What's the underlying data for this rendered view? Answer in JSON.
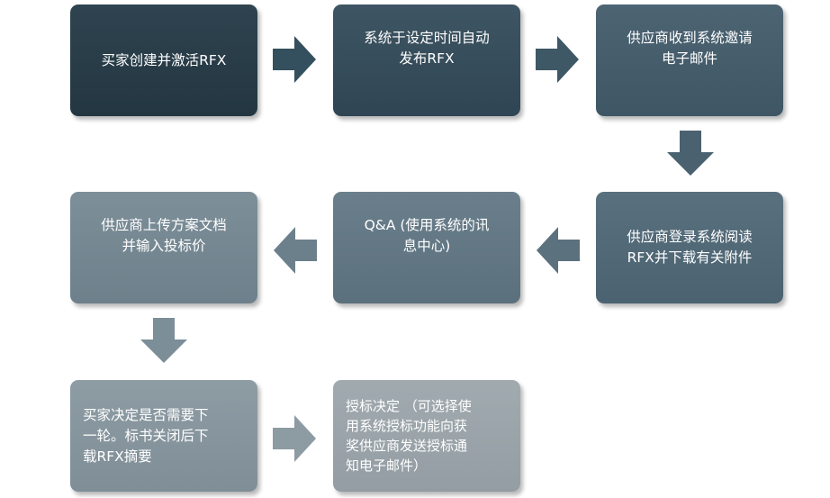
{
  "steps": [
    {
      "id": "buyer-create",
      "text": "买家创建并激活RFX"
    },
    {
      "id": "system-publish",
      "text": "系统于设定时间自动\n发布RFX"
    },
    {
      "id": "supplier-receive",
      "text": "供应商收到系统邀请\n电子邮件"
    },
    {
      "id": "supplier-login",
      "text": "供应商登录系统阅读\nRFX并下载有关附件"
    },
    {
      "id": "qa",
      "text": "Q&A (使用系统的讯\n息中心)"
    },
    {
      "id": "supplier-upload",
      "text": "供应商上传方案文档\n并输入投标价"
    },
    {
      "id": "buyer-decide",
      "text": "买家决定是否需要下\n一轮。标书关闭后下\n载RFX摘要"
    },
    {
      "id": "award",
      "text": "授标决定 （可选择使\n用系统授标功能向获\n奖供应商发送授标通\n知电子邮件）"
    }
  ],
  "colors": {
    "arrow_dark": "#34505e",
    "arrow_mid": "#5b717e",
    "arrow_light": "#8d9ba3"
  }
}
